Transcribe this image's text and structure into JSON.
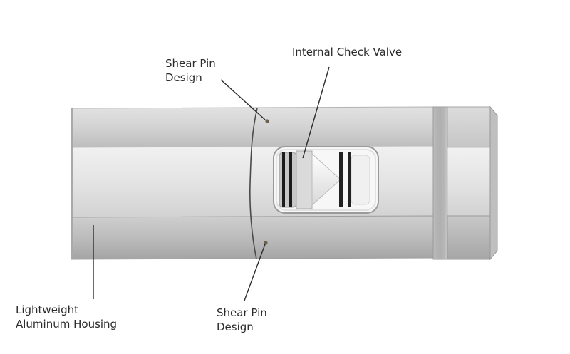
{
  "callouts": {
    "shear_pin_top": {
      "line1": "Shear Pin",
      "line2": "Design"
    },
    "internal_check_valve": {
      "text": "Internal Check Valve"
    },
    "lightweight_housing": {
      "line1": "Lightweight",
      "line2": "Aluminum Housing"
    },
    "shear_pin_bottom": {
      "line1": "Shear Pin",
      "line2": "Design"
    }
  },
  "colors": {
    "background": "#ffffff",
    "text": "#2b2b2b",
    "leader_line": "#2b2b2b",
    "metal_light": "#e6e6e6",
    "metal_mid": "#c9c9c9",
    "metal_dark": "#9a9a9a",
    "window_white": "#f6f6f6",
    "oring_black": "#1a1a1a"
  }
}
